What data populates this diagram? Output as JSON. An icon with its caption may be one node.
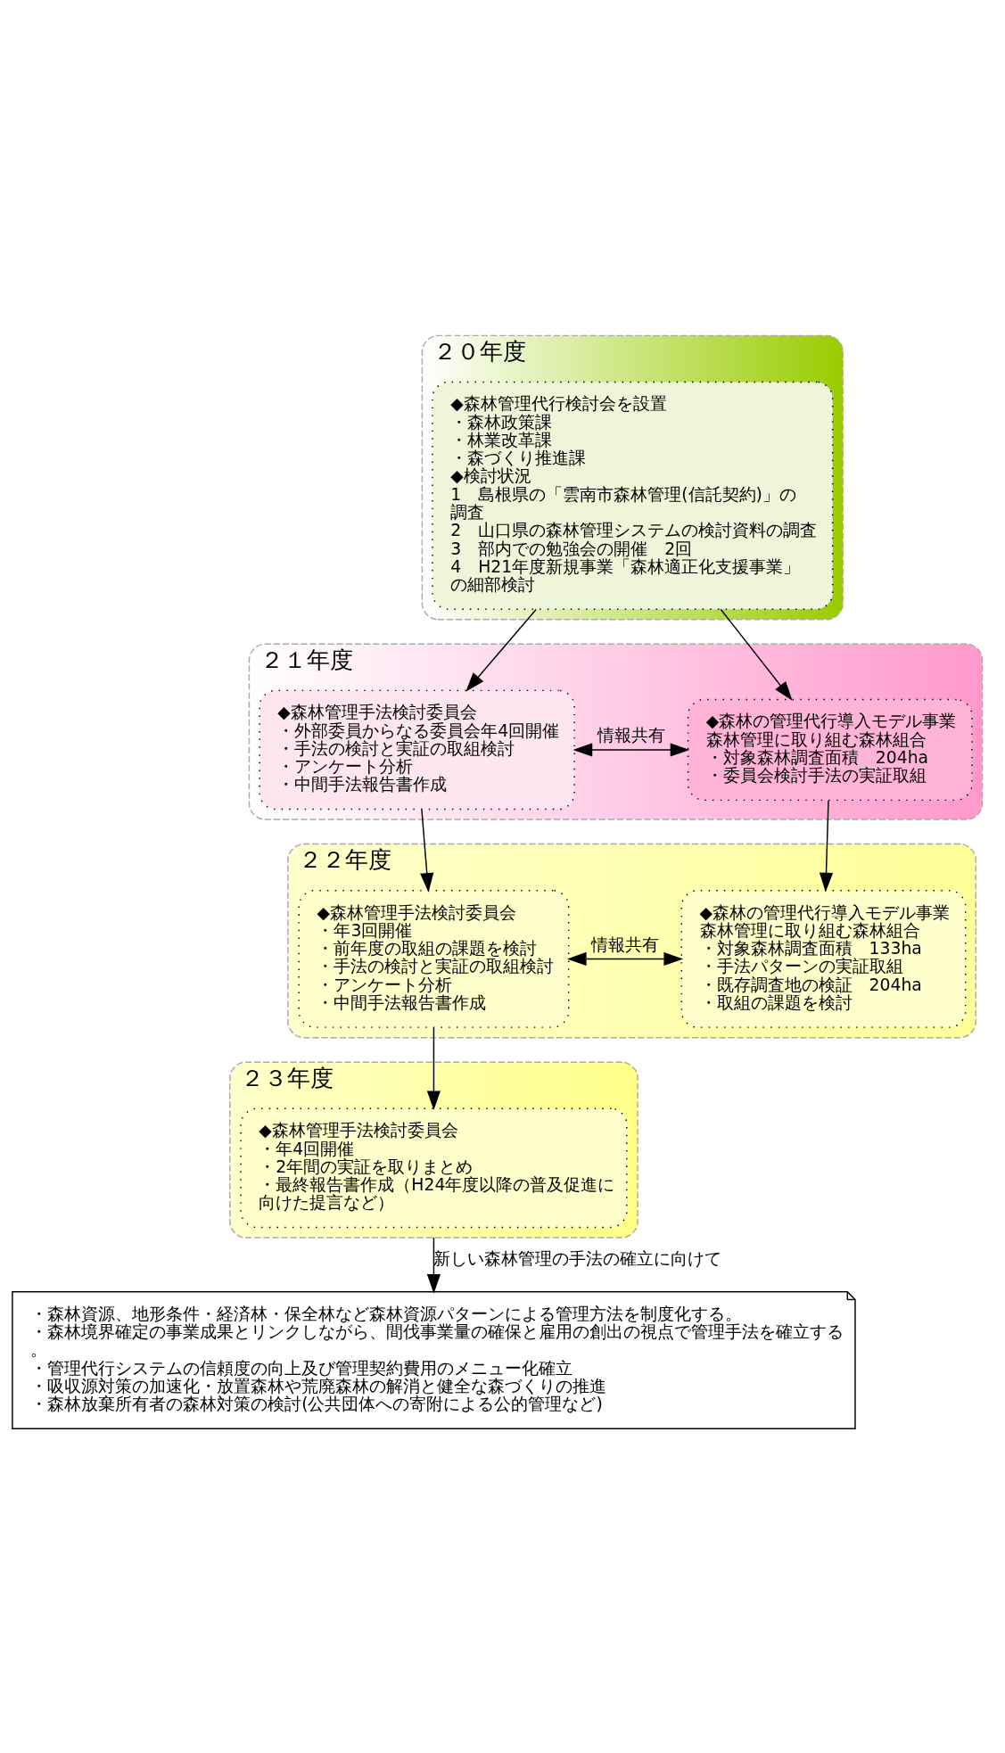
{
  "diagram": {
    "nodes": [
      {
        "text": [
          "２０年度"
        ]
      },
      {
        "text": [
          "◆森林管理代行検討会を設置",
          "・森林政策課",
          "・林業改革課",
          "・森づくり推進課",
          "◆検討状況",
          "1　島根県の「雲南市森林管理(信託契約)」の調査",
          "2　山口県の森林管理システムの検討資料の調査",
          "3　部内での勉強会の開催　2回",
          "4　H21年度新規事業「森林適正化支援事業」の細部検討"
        ],
        "in": 0
      },
      {
        "text": [
          "２１年度"
        ]
      },
      {
        "text": [
          "◆森林管理手法検討委員会",
          "・外部委員からなる委員会年4回開催",
          "・手法の検討と実証の取組検討",
          "・アンケート分析",
          "・中間手法報告書作成"
        ],
        "in": 2
      },
      {
        "text": [
          "◆森林の管理代行導入モデル事業",
          "森林管理に取り組む森林組合",
          "・対象森林調査面積　204ha",
          "・委員会検討手法の実証取組"
        ],
        "in": 2
      },
      {
        "text": [
          "２２年度"
        ]
      },
      {
        "text": [
          "◆森林管理手法検討委員会",
          "・年3回開催",
          "・前年度の取組の課題を検討",
          "・手法の検討と実証の取組検討",
          "・アンケート分析",
          "・中間手法報告書作成"
        ],
        "in": 5
      },
      {
        "text": [
          "◆森林の管理代行導入モデル事業",
          "森林管理に取り組む森林組合",
          "・対象森林調査面積　133ha",
          "・手法パターンの実証取組",
          "・既存調査地の検証　204ha",
          "・取組の課題を検討"
        ],
        "in": 5
      },
      {
        "text": [
          "２３年度"
        ]
      },
      {
        "text": [
          "◆森林管理手法検討委員会",
          "・年4回開催",
          "・2年間の実証を取りまとめ",
          "・最終報告書作成（H24年度以降の普及促進に向けた提言など）"
        ],
        "in": 8
      },
      {
        "text": [
          "・森林資源、地形条件・経済林・保全林など森林資源パターンによる管理方法を制度化する。",
          "・森林境界確定の事業成果とリンクしながら、間伐事業量の確保と雇用の創出の視点で管理手法を確立する。",
          "・管理代行システムの信頼度の向上及び管理契約費用のメニュー化確立",
          "・吸収源対策の加速化・放置森林や荒廃森林の解消と健全な森づくりの推進",
          "・森林放棄所有者の森林対策の検討(公共団体への寄附による公的管理など)"
        ]
      }
    ],
    "edges": [
      {
        "from": 1,
        "to": 3,
        "arrow": "to"
      },
      {
        "from": 1,
        "to": 4,
        "arrow": "to"
      },
      {
        "from": 3,
        "to": 4,
        "arrow": "both",
        "label": "情報共有"
      },
      {
        "from": 3,
        "to": 6,
        "arrow": "to"
      },
      {
        "from": 4,
        "to": 7,
        "arrow": "to"
      },
      {
        "from": 6,
        "to": 7,
        "arrow": "both",
        "label": "情報共有"
      },
      {
        "from": 6,
        "to": 9,
        "arrow": "to"
      },
      {
        "from": 8,
        "to": 10,
        "arrow": "to",
        "label": "新しい森林管理の手法の確立に向けて"
      }
    ]
  }
}
